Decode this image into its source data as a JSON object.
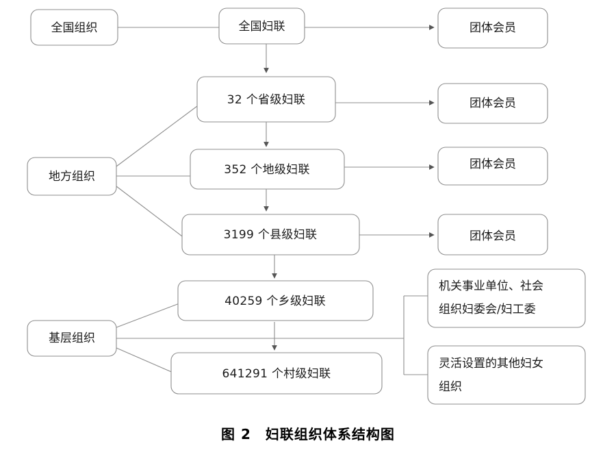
{
  "figure": {
    "caption": "图 2　妇联组织体系结构图",
    "caption_number": "图 2",
    "caption_title": "妇联组织体系结构图",
    "type": "organization-hierarchy-diagram"
  },
  "colors": {
    "box_stroke": "#8d8d8d",
    "box_fill": "#ffffff",
    "connector": "#8d8d8d",
    "text": "#1a1a1a",
    "caption_text": "#000000",
    "background": "#ffffff"
  },
  "categories": [
    {
      "id": "national",
      "label": "全国组织"
    },
    {
      "id": "local",
      "label": "地方组织"
    },
    {
      "id": "grassroots",
      "label": "基层组织"
    }
  ],
  "levels": [
    {
      "id": "l0",
      "label": "全国妇联"
    },
    {
      "id": "l1",
      "label": "32 个省级妇联",
      "count": 32,
      "tier": "省级"
    },
    {
      "id": "l2",
      "label": "352 个地级妇联",
      "count": 352,
      "tier": "地级"
    },
    {
      "id": "l3",
      "label": "3199 个县级妇联",
      "count": 3199,
      "tier": "县级"
    },
    {
      "id": "l4",
      "label": "40259 个乡级妇联",
      "count": 40259,
      "tier": "乡级"
    },
    {
      "id": "l5",
      "label": "641291 个村级妇联",
      "count": 641291,
      "tier": "村级"
    }
  ],
  "members": [
    {
      "id": "m0",
      "label": "团体会员"
    },
    {
      "id": "m1",
      "label": "团体会员"
    },
    {
      "id": "m2",
      "label": "团体会员"
    },
    {
      "id": "m3",
      "label": "团体会员"
    }
  ],
  "grassroots_units": [
    {
      "id": "g0",
      "lines": [
        "机关事业单位、社会",
        "组织妇委会/妇工委"
      ]
    },
    {
      "id": "g1",
      "lines": [
        "灵活设置的其他妇女",
        "组织"
      ]
    }
  ]
}
